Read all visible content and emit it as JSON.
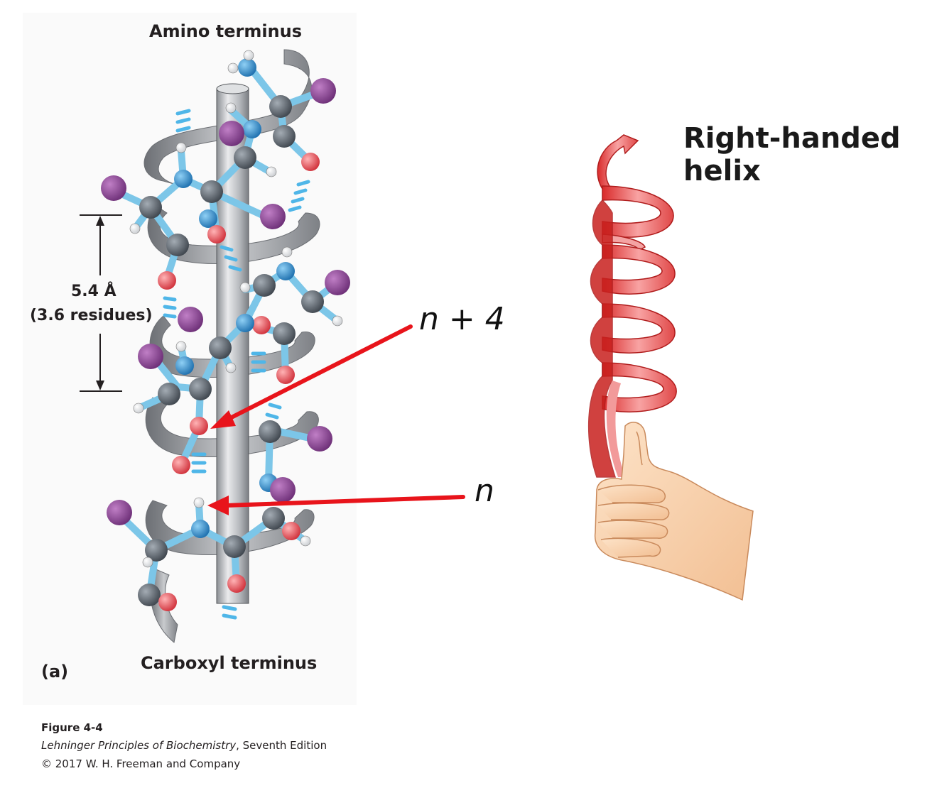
{
  "diagram": {
    "amino_label": "Amino terminus",
    "carboxyl_label": "Carboxyl terminus",
    "panel_label": "(a)",
    "pitch_label": "5.4 Å",
    "residues_label": "(3.6 residues)",
    "n_plus_4_label": "n + 4",
    "n_label": "n",
    "right_title_line1": "Right-handed",
    "right_title_line2": "helix"
  },
  "caption": {
    "figure": "Figure 4-4",
    "book_title": "Lehninger Principles of Biochemistry",
    "edition": ", Seventh Edition",
    "copyright": "© 2017 W. H. Freeman and Company"
  },
  "colors": {
    "nitrogen": "#2e8fd1",
    "oxygen": "#e8434a",
    "carbon": "#5d6670",
    "r_group": "#8b4a92",
    "hydrogen": "#ffffff",
    "bond": "#7cc6e8",
    "arrow": "#e8141b",
    "ribbon": "#f07272"
  }
}
